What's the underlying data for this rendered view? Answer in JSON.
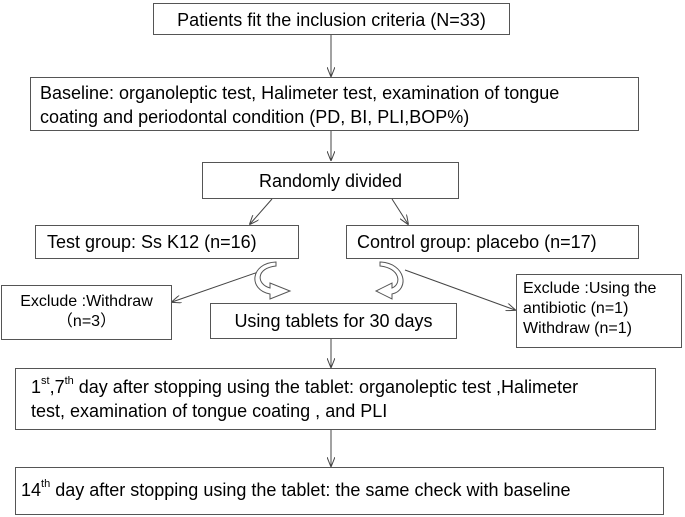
{
  "nodes": {
    "patients": {
      "text": "Patients fit the inclusion criteria (N=33)"
    },
    "baseline": {
      "line1": "Baseline: organoleptic test, Halimeter test,  examination of tongue",
      "line2": "coating and periodontal condition (PD, BI, PLI,BOP%)"
    },
    "randomly": {
      "text": "Randomly divided"
    },
    "test_group": {
      "text": "Test group: Ss K12 (n=16)"
    },
    "control_group": {
      "text": "Control group: placebo (n=17)"
    },
    "exclude_left": {
      "line1": "Exclude :Withdraw",
      "line2": "（n=3）"
    },
    "tablets": {
      "text": "Using tablets for 30 days"
    },
    "exclude_right": {
      "line1": "Exclude :Using the",
      "line2": "antibiotic (n=1)",
      "line3": "Withdraw (n=1)"
    },
    "followup": {
      "n1": "1",
      "sup1": "st",
      "mid": ",7",
      "sup2": "th",
      "rest1": " day after stopping using the tablet: organoleptic test ,Halimeter",
      "line2": "test,  examination of tongue coating , and PLI"
    },
    "final": {
      "num": "14",
      "sup": "th",
      "rest": " day after stopping using the tablet: the same check with baseline"
    }
  },
  "edges": [
    {
      "from": "patients",
      "to": "baseline"
    },
    {
      "from": "baseline",
      "to": "randomly"
    },
    {
      "from": "randomly",
      "to": "test_group"
    },
    {
      "from": "randomly",
      "to": "control_group"
    },
    {
      "from": "test_group",
      "to": "exclude_left"
    },
    {
      "from": "test_group",
      "to": "tablets"
    },
    {
      "from": "control_group",
      "to": "tablets"
    },
    {
      "from": "control_group",
      "to": "exclude_right"
    },
    {
      "from": "tablets",
      "to": "followup"
    },
    {
      "from": "followup",
      "to": "final"
    }
  ]
}
